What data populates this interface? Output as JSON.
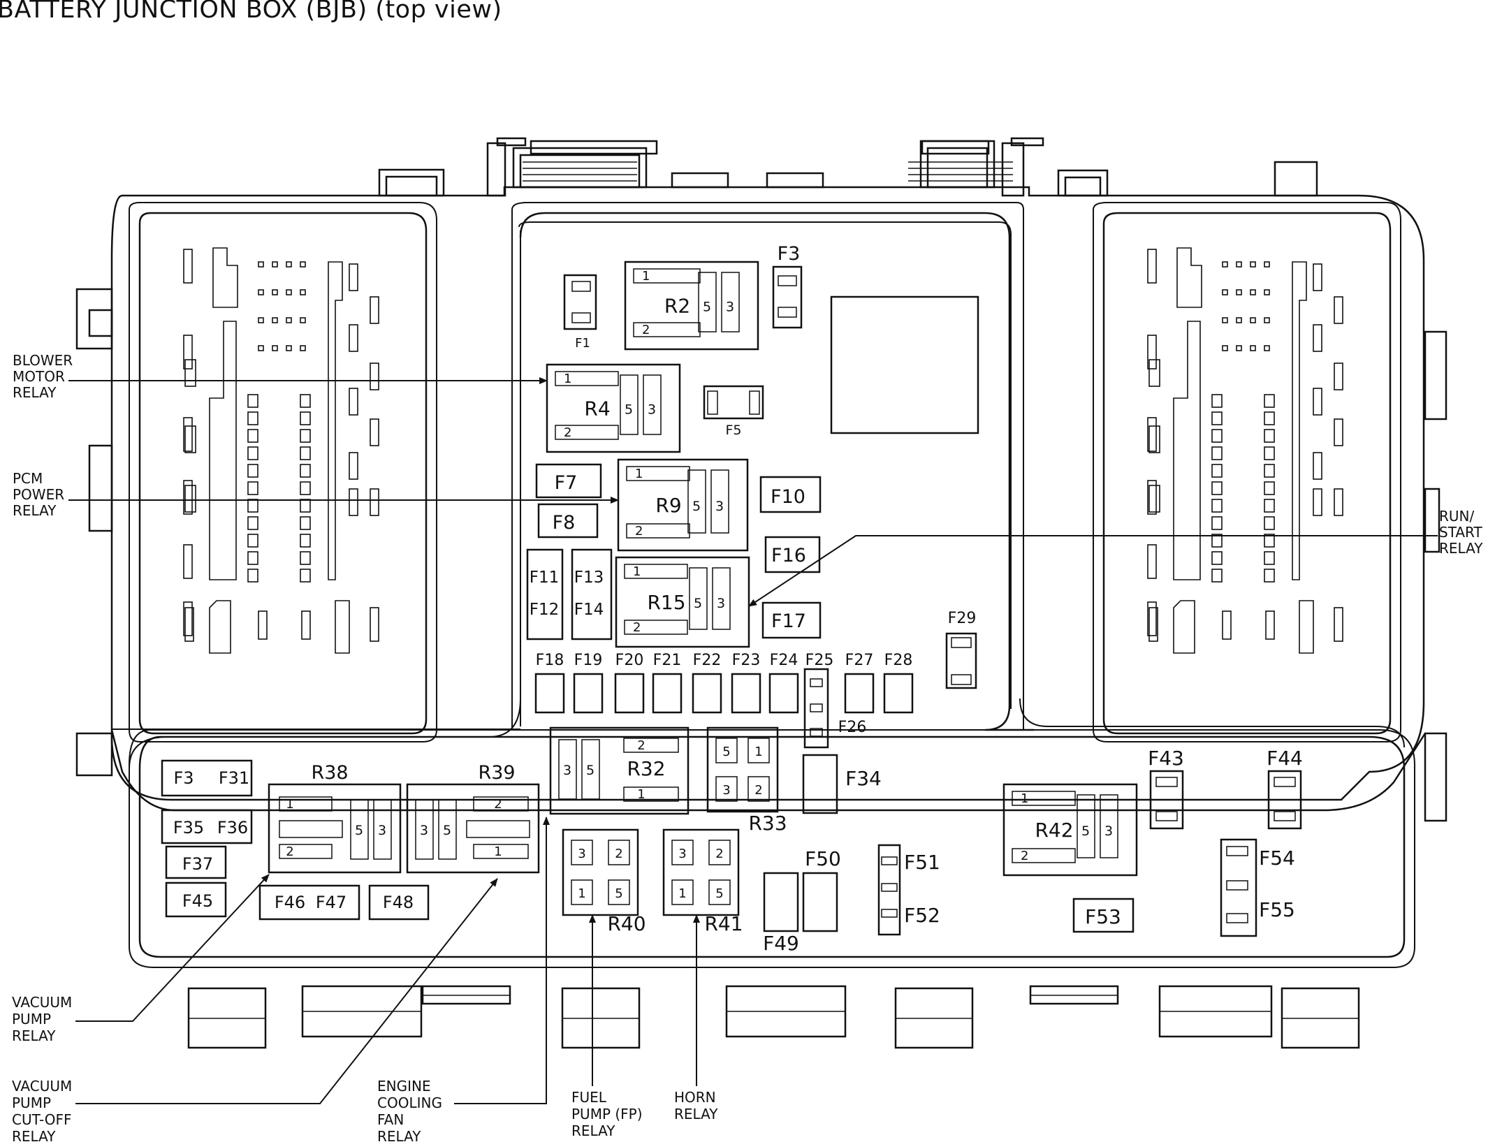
{
  "title": "BATTERY JUNCTION BOX (BJB) (top view)",
  "relays": [
    {
      "id": "R2",
      "pins": {
        "p1": "1",
        "p2": "2",
        "p5": "5",
        "p3": "3"
      }
    },
    {
      "id": "R4",
      "pins": {
        "p1": "1",
        "p2": "2",
        "p5": "5",
        "p3": "3"
      }
    },
    {
      "id": "R9",
      "pins": {
        "p1": "1",
        "p2": "2",
        "p5": "5",
        "p3": "3"
      }
    },
    {
      "id": "R15",
      "pins": {
        "p1": "1",
        "p2": "2",
        "p5": "5",
        "p3": "3"
      }
    },
    {
      "id": "R32",
      "pins": {
        "p1": "1",
        "p2": "2",
        "p5": "5",
        "p3": "3"
      }
    },
    {
      "id": "R33",
      "pins": {
        "p1": "1",
        "p2": "2",
        "p5": "5",
        "p3": "3"
      }
    },
    {
      "id": "R38",
      "pins": {
        "p1": "1",
        "p2": "2",
        "p5": "5",
        "p3": "3"
      }
    },
    {
      "id": "R39",
      "pins": {
        "p1": "1",
        "p2": "2",
        "p5": "5",
        "p3": "3"
      }
    },
    {
      "id": "R40",
      "pins": {
        "p1": "1",
        "p2": "2",
        "p5": "5",
        "p3": "3"
      }
    },
    {
      "id": "R41",
      "pins": {
        "p1": "1",
        "p2": "2",
        "p5": "5",
        "p3": "3"
      }
    },
    {
      "id": "R42",
      "pins": {
        "p1": "1",
        "p2": "2",
        "p5": "5",
        "p3": "3"
      }
    }
  ],
  "fuses": [
    "F1",
    "F3",
    "F5",
    "F7",
    "F8",
    "F10",
    "F11",
    "F12",
    "F13",
    "F14",
    "F16",
    "F17",
    "F18",
    "F19",
    "F20",
    "F21",
    "F22",
    "F23",
    "F24",
    "F25",
    "F26",
    "F27",
    "F28",
    "F29",
    "F3",
    "F31",
    "F34",
    "F35",
    "F36",
    "F37",
    "F43",
    "F44",
    "F45",
    "F46",
    "F47",
    "F48",
    "F49",
    "F50",
    "F51",
    "F52",
    "F53",
    "F54",
    "F55"
  ],
  "callouts": [
    {
      "id": "blower",
      "lines": [
        "BLOWER",
        "MOTOR",
        "RELAY"
      ]
    },
    {
      "id": "pcm",
      "lines": [
        "PCM",
        "POWER",
        "RELAY"
      ]
    },
    {
      "id": "runstart",
      "lines": [
        "RUN/",
        "START",
        "RELAY"
      ]
    },
    {
      "id": "vacpump",
      "lines": [
        "VACUUM",
        "PUMP",
        "RELAY"
      ]
    },
    {
      "id": "vaccut",
      "lines": [
        "VACUUM",
        "PUMP",
        "CUT-OFF",
        "RELAY"
      ]
    },
    {
      "id": "ecfan",
      "lines": [
        "ENGINE",
        "COOLING",
        "FAN",
        "RELAY"
      ]
    },
    {
      "id": "fuelpump",
      "lines": [
        "FUEL",
        "PUMP (FP)",
        "RELAY"
      ]
    },
    {
      "id": "horn",
      "lines": [
        "HORN",
        "RELAY"
      ]
    }
  ]
}
